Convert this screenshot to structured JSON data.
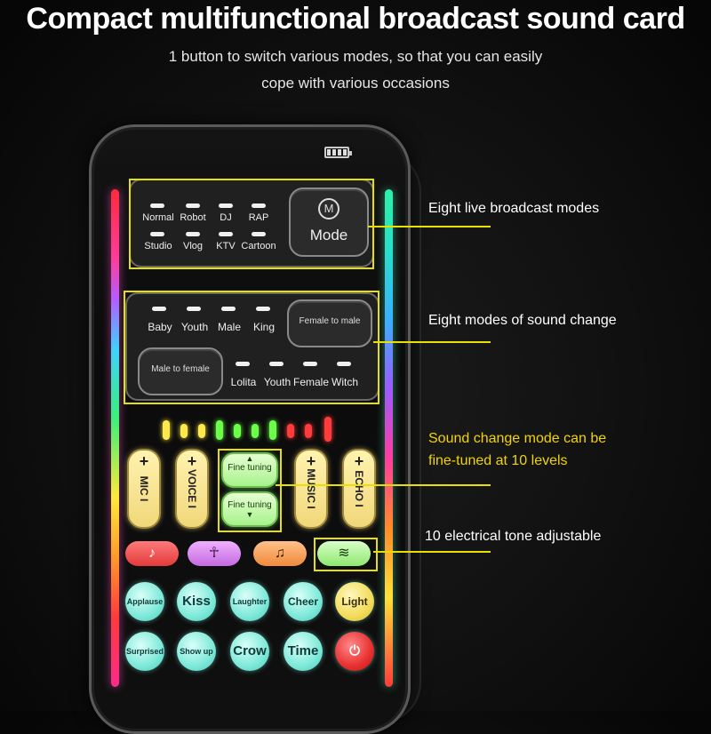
{
  "header": {
    "title": "Compact multifunctional broadcast sound card",
    "subtitle_line1": "1 button to switch various modes, so that you can easily",
    "subtitle_line2": "cope with various occasions"
  },
  "broadcast_modes": {
    "row1": [
      "Normal",
      "Robot",
      "DJ",
      "RAP"
    ],
    "row2": [
      "Studio",
      "Vlog",
      "KTV",
      "Cartoon"
    ],
    "mode_button_icon": "M",
    "mode_button_label": "Mode"
  },
  "voice_modes": {
    "row1": [
      "Baby",
      "Youth",
      "Male",
      "King"
    ],
    "female_to_male": "Female to male",
    "male_to_female": "Male to female",
    "row2": [
      "Lolita",
      "Youth",
      "Female",
      "Witch"
    ]
  },
  "sliders": [
    {
      "label": "MIC I",
      "plus": "+",
      "minus": "I"
    },
    {
      "label": "VOICE I",
      "plus": "+",
      "minus": "I"
    },
    {
      "label": "MUSIC I",
      "plus": "+",
      "minus": "I"
    },
    {
      "label": "ECHO I",
      "plus": "+",
      "minus": "I"
    }
  ],
  "fine_tuning": {
    "up": "Fine tuning",
    "down": "Fine tuning"
  },
  "effect_buttons": [
    {
      "icon": "music-note-icon",
      "glyph": "♪",
      "color": "#ff5a5a"
    },
    {
      "icon": "dancer-icon",
      "glyph": "☥",
      "color": "#e38cff"
    },
    {
      "icon": "headset-icon",
      "glyph": "♫",
      "color": "#ffa35a"
    },
    {
      "icon": "waveform-icon",
      "glyph": "≋",
      "color": "#9aff7a"
    }
  ],
  "sound_row1": [
    "Applause",
    "Kiss",
    "Laughter",
    "Cheer",
    "Light"
  ],
  "sound_row2": [
    "Surprised",
    "Show up",
    "Crow",
    "Time",
    "⏻"
  ],
  "callouts": {
    "c1": "Eight live broadcast modes",
    "c2": "Eight modes of sound change",
    "c3_line1": "Sound change mode can be",
    "c3_line2": "fine-tuned at 10 levels",
    "c4": "10 electrical tone adjustable"
  },
  "colors": {
    "highlight": "#e8e000",
    "accent_text": "#f2d400"
  }
}
